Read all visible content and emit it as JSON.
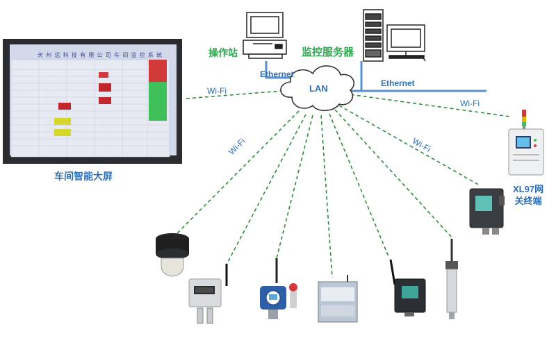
{
  "labels": {
    "workstation": "操作站",
    "monitor_server": "监控服务器",
    "ethernet_left": "Ethernet",
    "ethernet_right": "Ethernet",
    "lan": "LAN",
    "wifi_left": "Wi-Fi",
    "wifi_right": "Wi-Fi",
    "wifi_mid_left": "Wi-Fi",
    "wifi_mid_right": "Wi-Fi",
    "big_screen": "车间智能大屏",
    "gateway_line1": "XL97网",
    "gateway_line2": "关终端"
  },
  "screen_title": "天 州 远 科 技 有 限 公 司 车 间 监 控 系 统",
  "colors": {
    "green_text": "#2fa84f",
    "blue_text": "#2e6fb5",
    "dashed_link": "#2e8b3e",
    "ethernet_line": "#5b8fc9"
  }
}
